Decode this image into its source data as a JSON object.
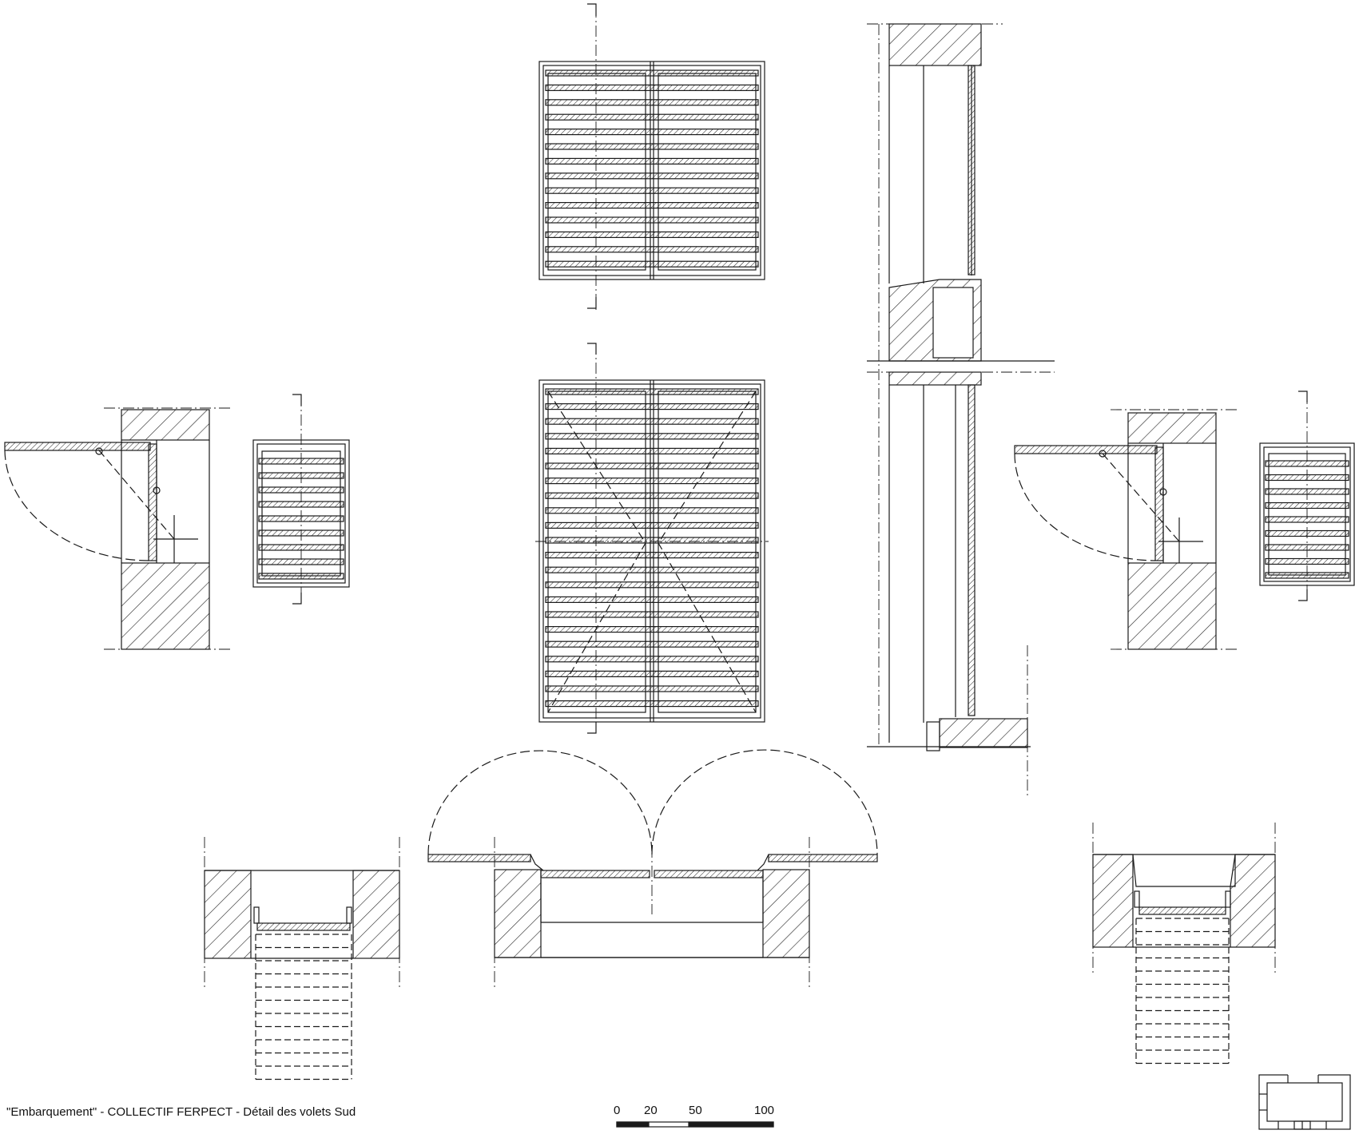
{
  "caption": "\"Embarquement\" - COLLECTIF FERPECT - Détail des volets Sud",
  "scale_bar": {
    "labels": [
      "0",
      "20",
      "50",
      "100"
    ]
  },
  "colors": {
    "line": "#1a1a1a",
    "background": "#ffffff"
  }
}
